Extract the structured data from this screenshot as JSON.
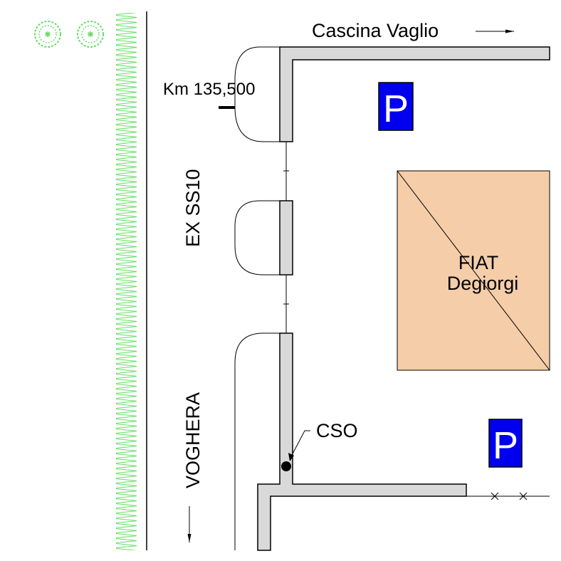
{
  "labels": {
    "north_destination": "Cascina Vaglio",
    "road_name": "EX SS10",
    "south_destination": "VOGHERA",
    "kilometer_marker": "Km 135,500",
    "building_line1": "FIAT",
    "building_line2": "Degiorgi",
    "drain_label": "CSO"
  },
  "parking_signs": [
    {
      "symbol": "P"
    },
    {
      "symbol": "P"
    }
  ],
  "colors": {
    "building_fill": "#f5cda8",
    "parking_sign": "#0000ee",
    "wall_fill": "#d9d9d9",
    "vegetation": "#66dd66"
  },
  "icons": [
    "tree-icon",
    "tree-icon",
    "parking-icon",
    "parking-icon",
    "drain-point-icon",
    "north-arrow-icon",
    "south-arrow-icon"
  ]
}
